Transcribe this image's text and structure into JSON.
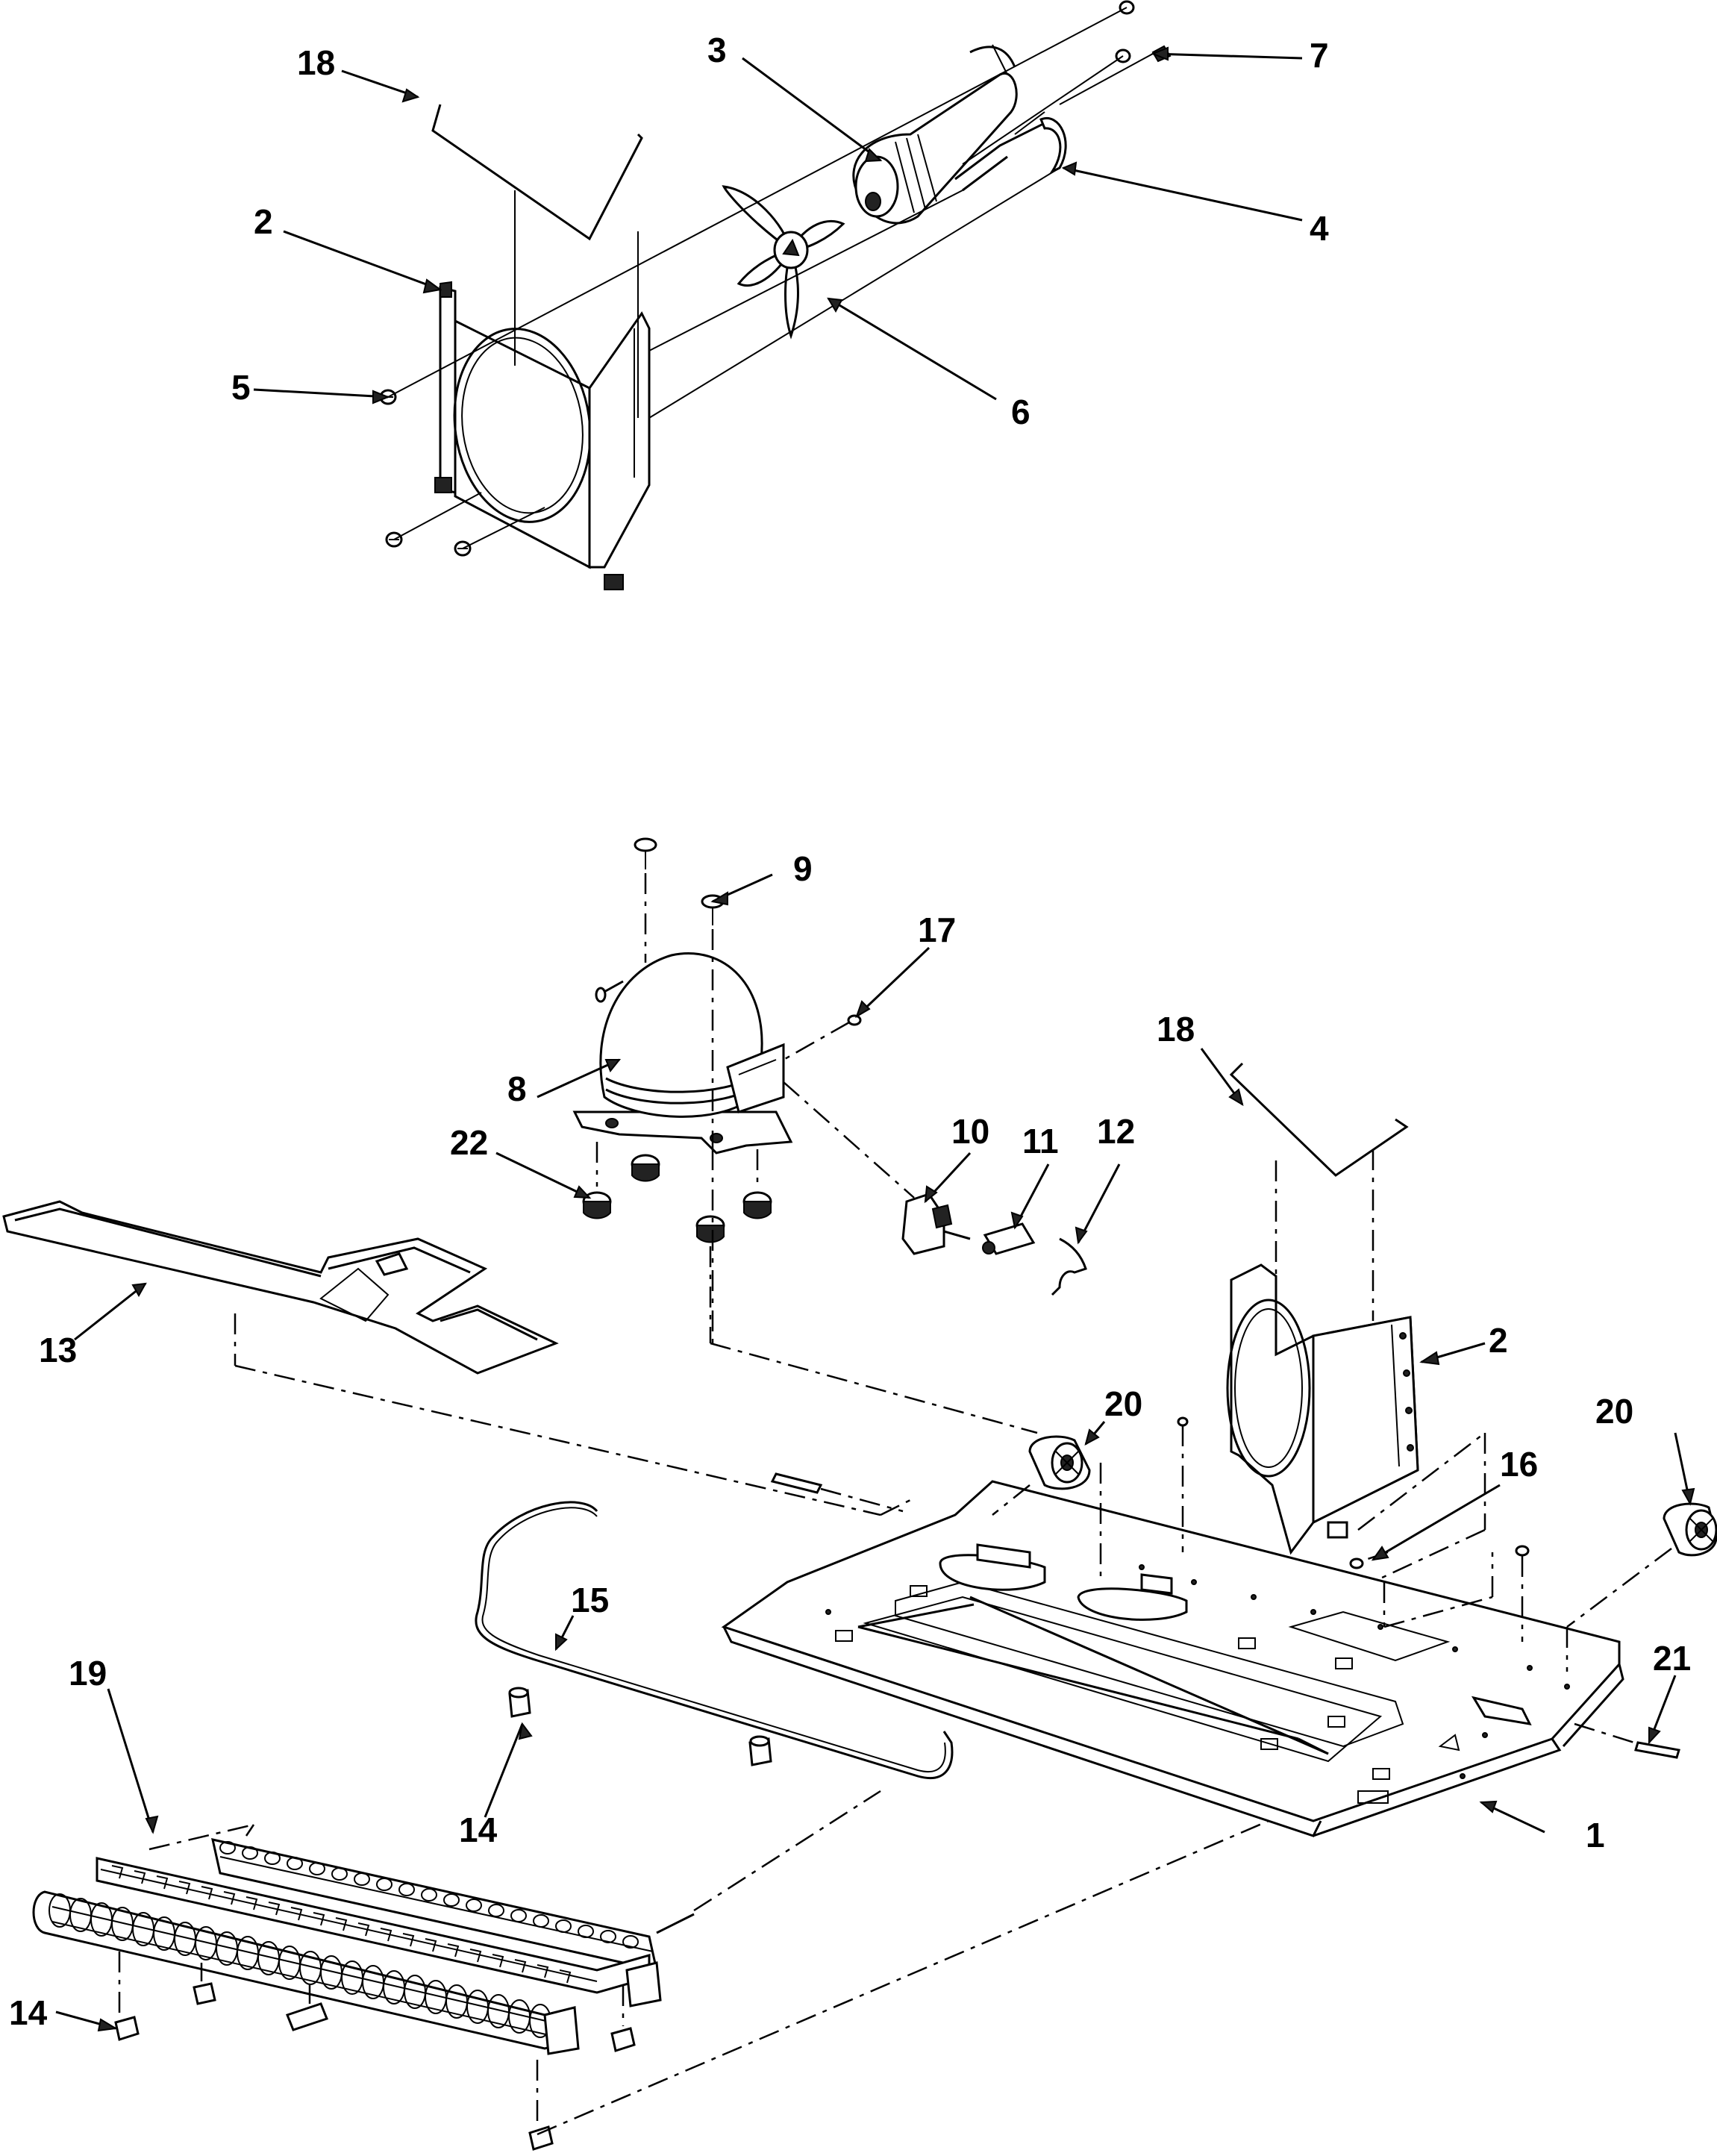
{
  "callouts": [
    {
      "id": "c18a",
      "text": "18"
    },
    {
      "id": "c3",
      "text": "3"
    },
    {
      "id": "c7",
      "text": "7"
    },
    {
      "id": "c2a",
      "text": "2"
    },
    {
      "id": "c4",
      "text": "4"
    },
    {
      "id": "c5",
      "text": "5"
    },
    {
      "id": "c6",
      "text": "6"
    },
    {
      "id": "c9",
      "text": "9"
    },
    {
      "id": "c17",
      "text": "17"
    },
    {
      "id": "c18b",
      "text": "18"
    },
    {
      "id": "c8",
      "text": "8"
    },
    {
      "id": "c22",
      "text": "22"
    },
    {
      "id": "c10",
      "text": "10"
    },
    {
      "id": "c11",
      "text": "11"
    },
    {
      "id": "c12",
      "text": "12"
    },
    {
      "id": "c13",
      "text": "13"
    },
    {
      "id": "c2b",
      "text": "2"
    },
    {
      "id": "c20a",
      "text": "20"
    },
    {
      "id": "c20b",
      "text": "20"
    },
    {
      "id": "c16",
      "text": "16"
    },
    {
      "id": "c15",
      "text": "15"
    },
    {
      "id": "c19",
      "text": "19"
    },
    {
      "id": "c21",
      "text": "21"
    },
    {
      "id": "c14a",
      "text": "14"
    },
    {
      "id": "c1",
      "text": "1"
    },
    {
      "id": "c14b",
      "text": "14"
    }
  ]
}
